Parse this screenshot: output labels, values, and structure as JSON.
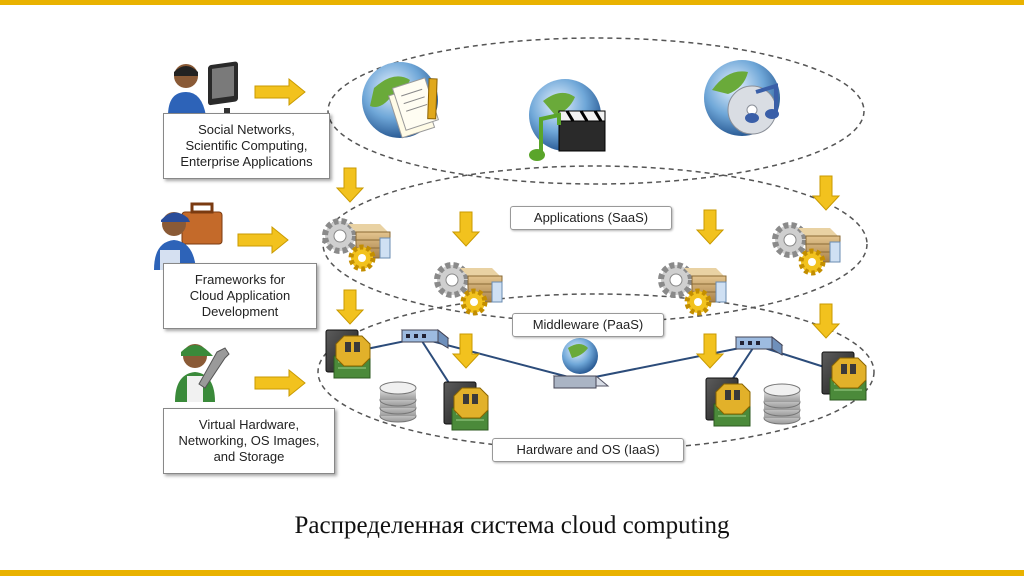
{
  "roles": [
    {
      "id": "saas-users",
      "lines": [
        "Social Networks,",
        "Scientific Computing,",
        "Enterprise Applications"
      ]
    },
    {
      "id": "paas-users",
      "lines": [
        "Frameworks for",
        "Cloud Application",
        "Development"
      ]
    },
    {
      "id": "iaas-users",
      "lines": [
        "Virtual  Hardware,",
        "Networking, OS Images,",
        "and Storage"
      ]
    }
  ],
  "layers": {
    "saas": "Applications (SaaS)",
    "paas": "Middleware (PaaS)",
    "iaas": "Hardware and OS (IaaS)"
  },
  "caption": "Распределенная система cloud computing",
  "colors": {
    "frame": "#e9b200",
    "arrow": "#f2c21e",
    "globe_blue": "#2f6fb0",
    "globe_green": "#6aaa3a",
    "box_tan": "#c9a46a",
    "server_gold": "#d9a21b"
  },
  "icons": [
    "user-monitor-icon",
    "user-toolbox-icon",
    "user-wrench-icon",
    "globe-documents-icon",
    "globe-movie-icon",
    "globe-music-icon",
    "gears-box-icon",
    "server-icon",
    "database-icon",
    "network-switch-icon",
    "router-globe-icon"
  ]
}
